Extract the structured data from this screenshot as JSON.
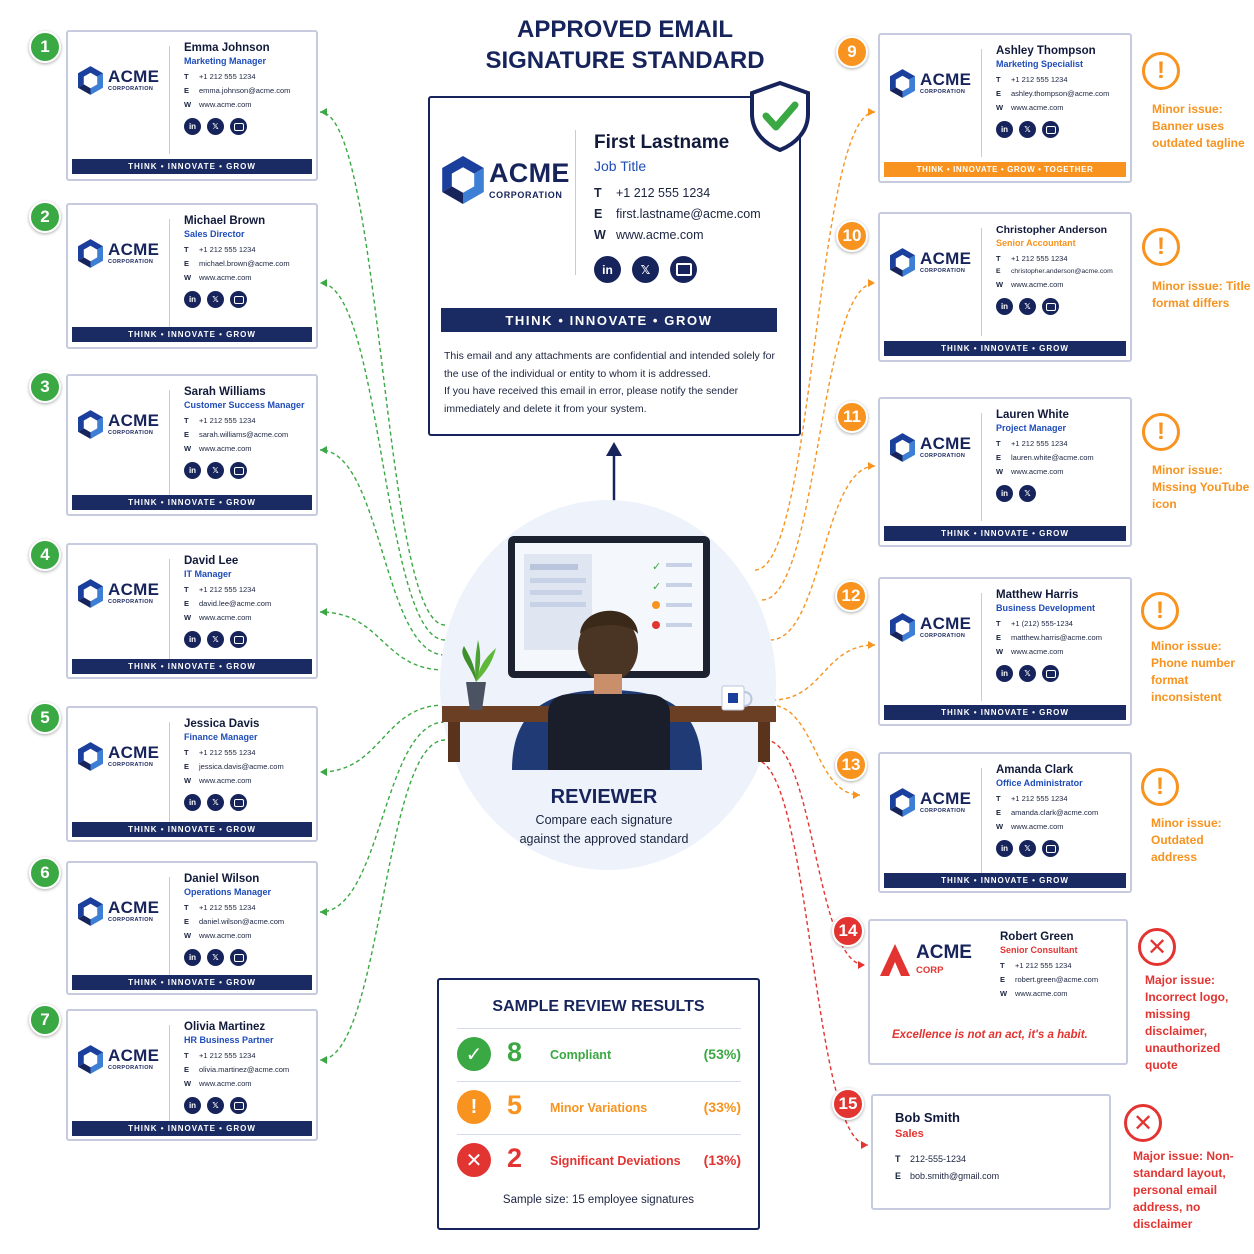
{
  "title": {
    "line1": "APPROVED EMAIL",
    "line2": "SIGNATURE STANDARD"
  },
  "colors": {
    "navy": "#17245c",
    "compliant": "#3aa843",
    "minor": "#f7931e",
    "major": "#e23431"
  },
  "standard": {
    "logo_word": "ACME",
    "logo_sub": "CORPORATION",
    "name": "First Lastname",
    "job_title": "Job Title",
    "phone_key": "T",
    "phone": "+1 212 555 1234",
    "email_key": "E",
    "email": "first.lastname@acme.com",
    "web_key": "W",
    "web": "www.acme.com",
    "banner": "THINK   •   INNOVATE   •   GROW",
    "disclaimer_1": "This email and any attachments are confidential and intended solely for the use of the individual or entity to whom it is addressed.",
    "disclaimer_2": "If you have received this email in error, please notify the sender immediately and delete it from your system.",
    "approved_icon": "shield-check-icon"
  },
  "social": {
    "linkedin": "in",
    "x": "𝕏"
  },
  "reviewer": {
    "title": "REVIEWER",
    "line1": "Compare each signature",
    "line2": "against the approved standard"
  },
  "cards": [
    {
      "num": "1",
      "name": "Emma Johnson",
      "job_title": "Marketing Manager",
      "phone": "+1 212 555 1234",
      "email": "emma.johnson@acme.com",
      "web": "www.acme.com",
      "banner": "THINK   •   INNOVATE   •   GROW"
    },
    {
      "num": "2",
      "name": "Michael Brown",
      "job_title": "Sales Director",
      "phone": "+1 212 555 1234",
      "email": "michael.brown@acme.com",
      "web": "www.acme.com",
      "banner": "THINK   •   INNOVATE   •   GROW"
    },
    {
      "num": "3",
      "name": "Sarah Williams",
      "job_title": "Customer Success Manager",
      "phone": "+1 212 555 1234",
      "email": "sarah.williams@acme.com",
      "web": "www.acme.com",
      "banner": "THINK   •   INNOVATE   •   GROW"
    },
    {
      "num": "4",
      "name": "David Lee",
      "job_title": "IT Manager",
      "phone": "+1 212 555 1234",
      "email": "david.lee@acme.com",
      "web": "www.acme.com",
      "banner": "THINK   •   INNOVATE   •   GROW"
    },
    {
      "num": "5",
      "name": "Jessica Davis",
      "job_title": "Finance Manager",
      "phone": "+1 212 555 1234",
      "email": "jessica.davis@acme.com",
      "web": "www.acme.com",
      "banner": "THINK   •   INNOVATE   •   GROW"
    },
    {
      "num": "6",
      "name": "Daniel Wilson",
      "job_title": "Operations Manager",
      "phone": "+1 212 555 1234",
      "email": "daniel.wilson@acme.com",
      "web": "www.acme.com",
      "banner": "THINK   •   INNOVATE   •   GROW"
    },
    {
      "num": "7",
      "name": "Olivia Martinez",
      "job_title": "HR Business Partner",
      "phone": "+1 212 555 1234",
      "email": "olivia.martinez@acme.com",
      "web": "www.acme.com",
      "banner": "THINK   •   INNOVATE   •   GROW"
    },
    {
      "num": "9",
      "name": "Ashley Thompson",
      "job_title": "Marketing Specialist",
      "phone": "+1 212 555 1234",
      "email": "ashley.thompson@acme.com",
      "web": "www.acme.com",
      "banner": "THINK   •   INNOVATE   •   GROW   •   TOGETHER"
    },
    {
      "num": "10",
      "name": "Christopher Anderson",
      "job_title": "Senior Accountant",
      "phone": "+1 212 555 1234",
      "email": "christopher.anderson@acme.com",
      "web": "www.acme.com",
      "banner": "THINK   •   INNOVATE   •   GROW"
    },
    {
      "num": "11",
      "name": "Lauren White",
      "job_title": "Project Manager",
      "phone": "+1 212 555 1234",
      "email": "lauren.white@acme.com",
      "web": "www.acme.com",
      "banner": "THINK   •   INNOVATE   •   GROW"
    },
    {
      "num": "12",
      "name": "Matthew Harris",
      "job_title": "Business Development",
      "phone": "+1 (212) 555-1234",
      "email": "matthew.harris@acme.com",
      "web": "www.acme.com",
      "banner": "THINK   •   INNOVATE   •   GROW"
    },
    {
      "num": "13",
      "name": "Amanda Clark",
      "job_title": "Office Administrator",
      "phone": "+1 212 555 1234",
      "email": "amanda.clark@acme.com",
      "web": "www.acme.com",
      "banner": "THINK   •   INNOVATE   •   GROW"
    }
  ],
  "card14": {
    "num": "14",
    "logo_word": "ACME",
    "logo_sub": "CORP",
    "name": "Robert Green",
    "job_title": "Senior Consultant",
    "phone": "+1 212 555 1234",
    "email": "robert.green@acme.com",
    "web": "www.acme.com",
    "slogan": "Excellence is not an act, it's a habit."
  },
  "card15": {
    "num": "15",
    "name": "Bob Smith",
    "job_title": "Sales",
    "phone": "212-555-1234",
    "email": "bob.smith@gmail.com"
  },
  "issues": [
    {
      "for": "9",
      "severity": "minor",
      "icon": "!",
      "text": "Minor issue: Banner uses outdated tagline"
    },
    {
      "for": "10",
      "severity": "minor",
      "icon": "!",
      "text": "Minor issue: Title format differs"
    },
    {
      "for": "11",
      "severity": "minor",
      "icon": "!",
      "text": "Minor issue: Missing YouTube icon"
    },
    {
      "for": "12",
      "severity": "minor",
      "icon": "!",
      "text": "Minor issue: Phone number format inconsistent"
    },
    {
      "for": "13",
      "severity": "minor",
      "icon": "!",
      "text": "Minor issue: Outdated address"
    },
    {
      "for": "14",
      "severity": "major",
      "icon": "✕",
      "text": "Major issue: Incorrect logo, missing disclaimer, unauthorized quote"
    },
    {
      "for": "15",
      "severity": "major",
      "icon": "✕",
      "text": "Major issue: Non-standard layout, personal email address, no disclaimer"
    }
  ],
  "results": {
    "title": "SAMPLE REVIEW RESULTS",
    "rows": [
      {
        "icon": "✓",
        "count": "8",
        "label": "Compliant",
        "pct": "(53%)"
      },
      {
        "icon": "!",
        "count": "5",
        "label": "Minor Variations",
        "pct": "(33%)"
      },
      {
        "icon": "✕",
        "count": "2",
        "label": "Significant Deviations",
        "pct": "(13%)"
      }
    ],
    "note": "Sample size: 15 employee signatures"
  }
}
